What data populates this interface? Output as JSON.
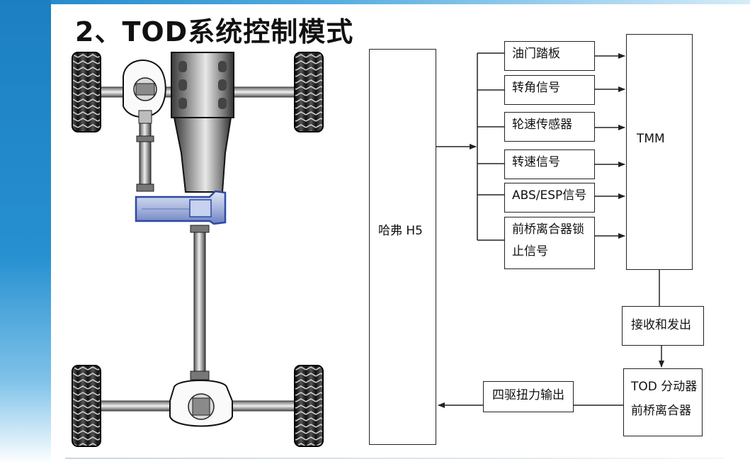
{
  "title": "2、TOD系统控制模式",
  "diagram": {
    "source": "哈弗 H5",
    "signals": [
      "油门踏板",
      "转角信号",
      "轮速传感器",
      "转速信号",
      "ABS/ESP信号",
      "前桥离合器锁止信号"
    ],
    "controller": "TMM",
    "transceiver": "接收和发出",
    "actuator_line1": "TOD 分动器",
    "actuator_line2": "前桥离合器",
    "output": "四驱扭力输出"
  },
  "colors": {
    "accent_blue": "#1f86c8",
    "line": "#222222",
    "transfer_case_blue": "#2c4aa6"
  }
}
